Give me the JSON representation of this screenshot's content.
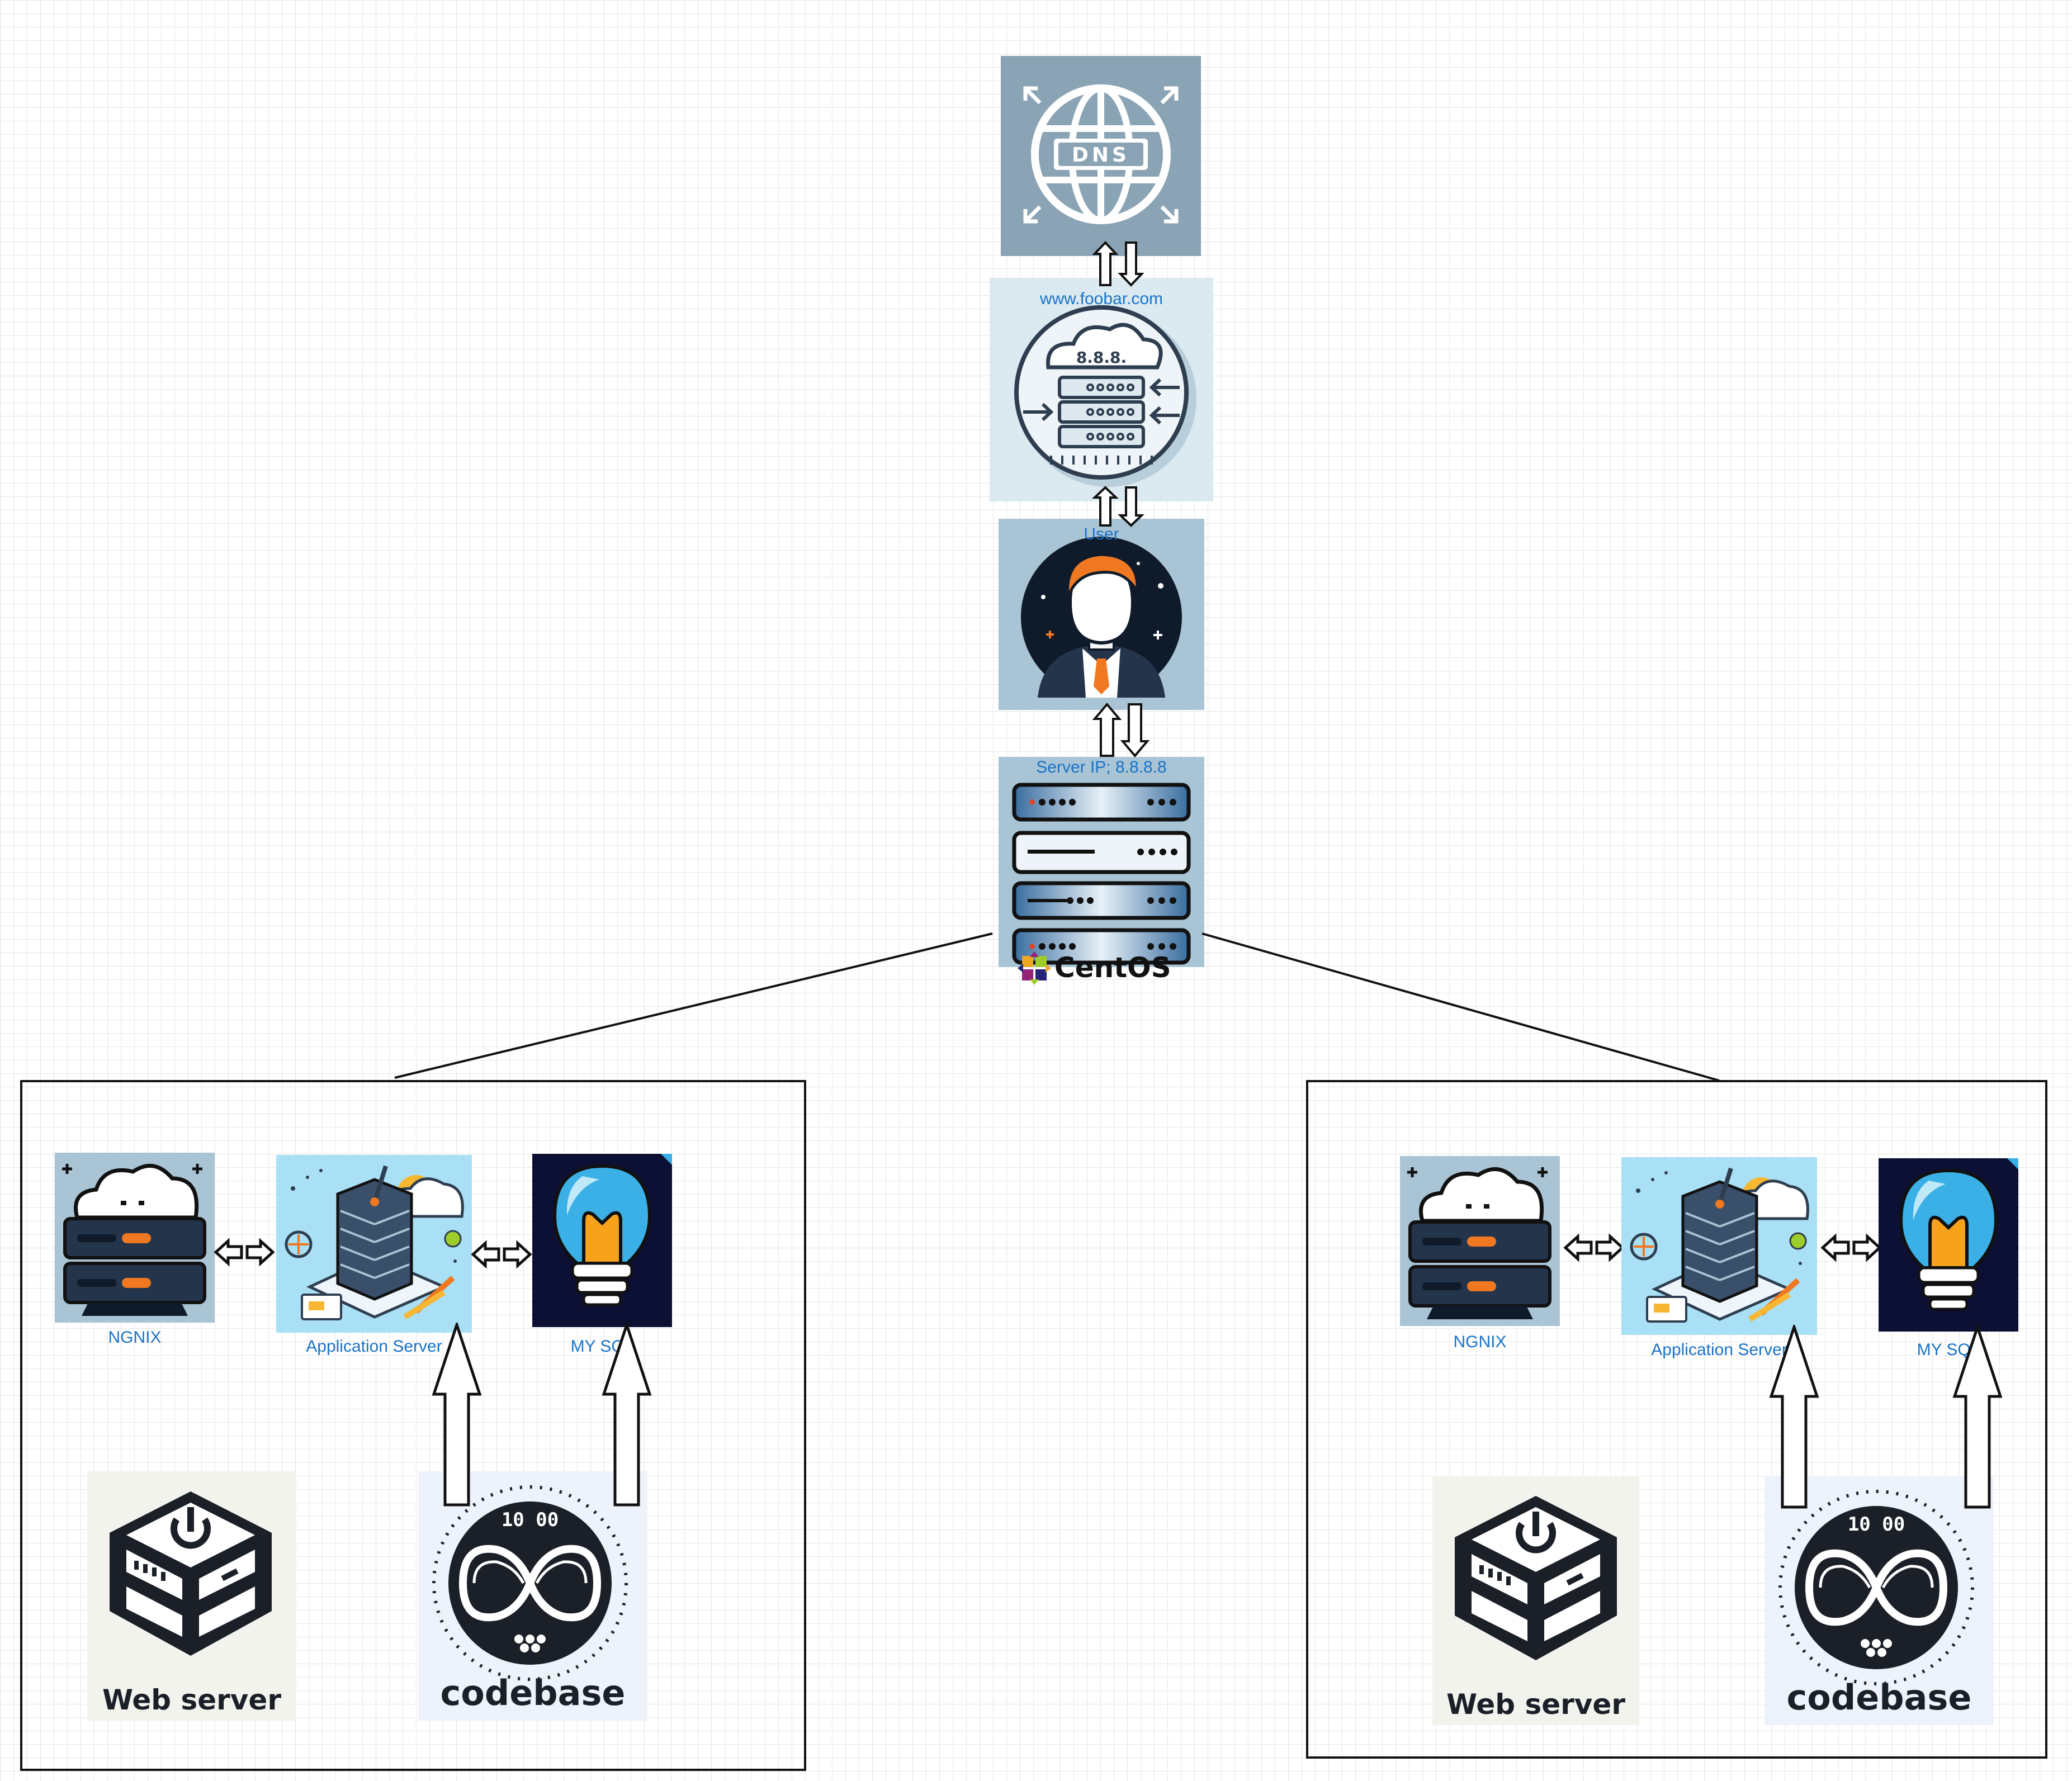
{
  "top_chain": {
    "dns": {
      "icon_text": "DNS"
    },
    "domain": {
      "label": "www.foobar.com",
      "icon_text": "8.8.8."
    },
    "user": {
      "label": "User"
    },
    "server": {
      "label": "Server IP; 8.8.8.8",
      "os_logo_text": "CentOS"
    }
  },
  "clusters": [
    {
      "nginx_label": "NGNIX",
      "app_label": "Application Server",
      "db_label": "MY SQL",
      "web_server_text": "Web server",
      "codebase_text": "codebase"
    },
    {
      "nginx_label": "NGNIX",
      "app_label": "Application Server",
      "db_label": "MY SQL",
      "web_server_text": "Web server",
      "codebase_text": "codebase"
    }
  ],
  "colors": {
    "label_blue": "#1a73c8",
    "dns_bg": "#8aa3b5",
    "light_bg": "#dbe9f0",
    "mid_bg": "#a9c4d4",
    "app_bg": "#a9e0f5",
    "db_bg": "#0d1035",
    "accent_orange": "#f07820"
  }
}
